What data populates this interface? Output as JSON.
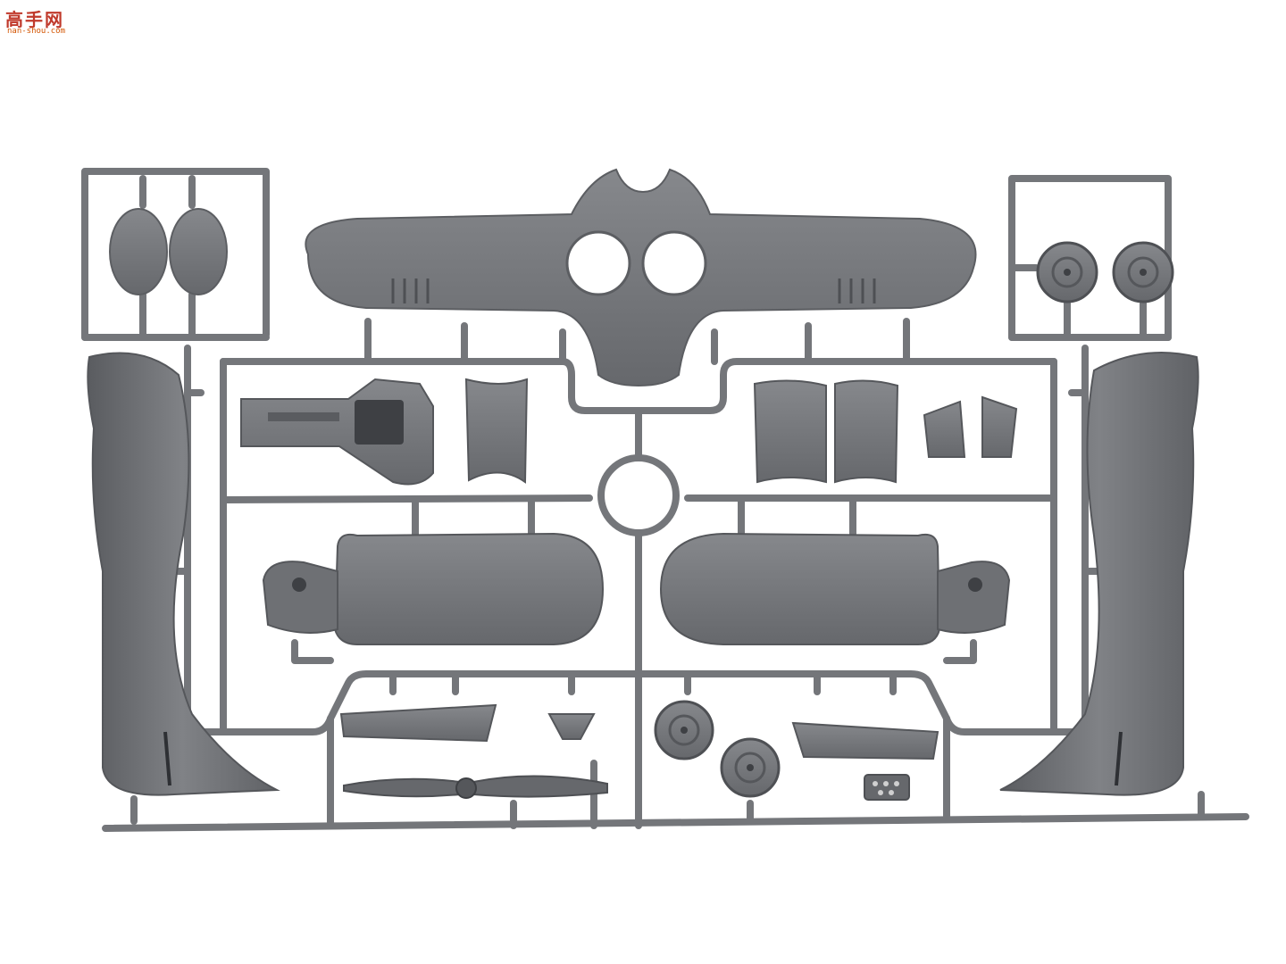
{
  "watermark": {
    "title": "高手网",
    "url": "nan-shou.com"
  },
  "colors": {
    "background": "#ffffff",
    "plastic": "#7a7c80",
    "plastic_dark": "#5e6064",
    "plastic_light": "#8e9094",
    "watermark_red": "#c0392b"
  },
  "subject": {
    "description": "grey injection-molded plastic model kit sprue with aircraft parts"
  }
}
